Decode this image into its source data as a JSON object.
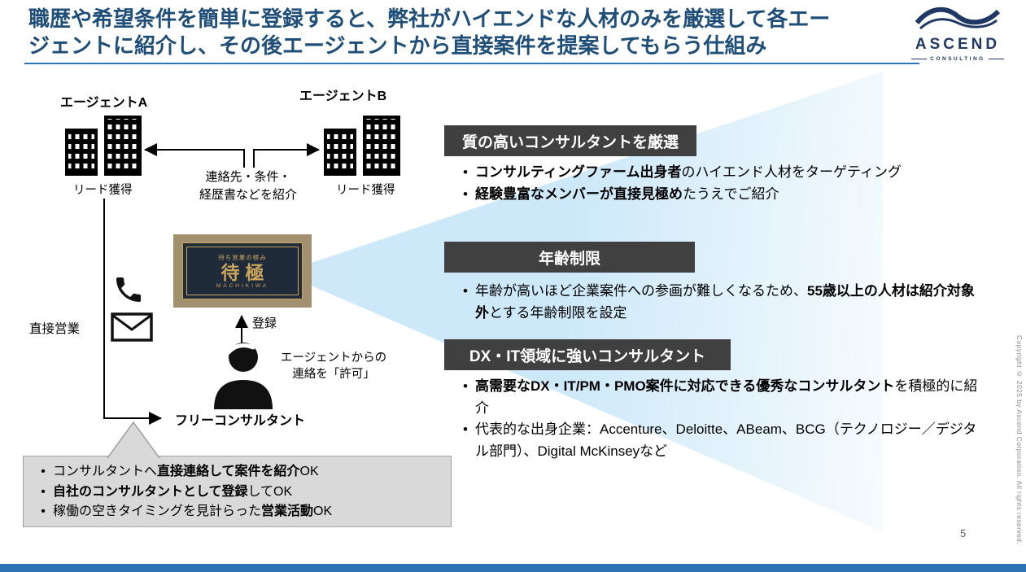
{
  "title": {
    "lines": [
      "職歴や希望条件を簡単に登録すると、弊社がハイエンドな人材のみを厳選して各エー",
      "ジェントに紹介し、その後エージェントから直接案件を提案してもらう仕組み"
    ]
  },
  "logo": {
    "brand": "ASCEND",
    "tagline": "CONSULTING"
  },
  "diagram": {
    "agent_a_label": "エージェントA",
    "agent_b_label": "エージェントB",
    "lead_left": "リード獲得",
    "lead_right": "リード獲得",
    "intro_lines": [
      "連絡先・条件・",
      "経歴書などを紹介"
    ],
    "register_label": "登録",
    "permit_lines": [
      "エージェントからの",
      "連絡を「許可」"
    ],
    "direct_sales_label": "直接営業",
    "freelancer_label": "フリーコンサルタント",
    "card": {
      "tagline": "待ち営業の極み",
      "brand": "待極",
      "romanized": "MACHIKIWA"
    }
  },
  "callout": {
    "items": [
      {
        "pre": "コンサルタントへ",
        "bold": "直接連絡して案件を紹介",
        "post": "OK"
      },
      {
        "pre": "",
        "bold": "自社のコンサルタントとして登録",
        "post": "してOK"
      },
      {
        "pre": "稼働の空きタイミングを見計らった",
        "bold": "営業活動",
        "post": "OK"
      }
    ]
  },
  "sections": [
    {
      "header": "質の高いコンサルタントを厳選",
      "bullets": [
        {
          "pre": "",
          "bold": "コンサルティングファーム出身者",
          "post": "のハイエンド人材をターゲティング"
        },
        {
          "pre": "",
          "bold": "経験豊富なメンバーが直接見極め",
          "post": "たうえでご紹介"
        }
      ]
    },
    {
      "header": "年齢制限",
      "bullets": [
        {
          "pre": "年齢が高いほど企業案件への参画が難しくなるため、",
          "bold": "55歳以上の人材は紹介対象外",
          "post": "とする年齢制限を設定"
        }
      ]
    },
    {
      "header": "DX・IT領域に強いコンサルタント",
      "bullets": [
        {
          "pre": "",
          "bold": "高需要なDX・IT/PM・PMO案件に対応できる優秀なコンサルタント",
          "post": "を積極的に紹介"
        },
        {
          "pre": "代表的な出身企業：Accenture、Deloitte、ABeam、BCG（テクノロジー／デジタル部門）、Digital McKinseyなど",
          "bold": "",
          "post": ""
        }
      ]
    }
  ],
  "footer": {
    "page_number": "5",
    "copyright": "Copyright © 2025 by Ascend Corporation. All rights reserved."
  },
  "ui": {
    "bullet": "•"
  },
  "colors": {
    "title_blue": "#1f4e79",
    "bar_blue": "#2e74b5",
    "header_gray": "#404040",
    "funnel_blue": "#96cdf0",
    "callout_gray": "#d9d9d9",
    "card_gold": "#c9a45d",
    "card_navy": "#202b3a",
    "card_tan": "#a3906e"
  }
}
